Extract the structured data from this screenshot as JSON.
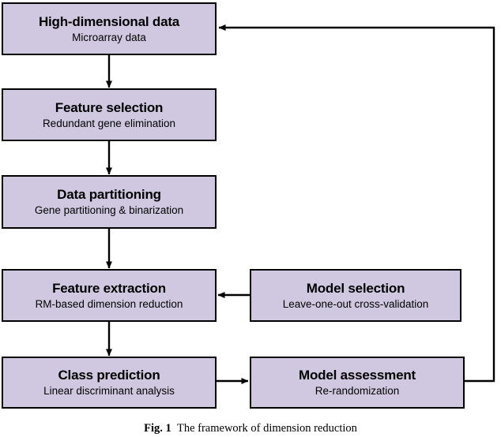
{
  "figure": {
    "caption_label": "Fig. 1",
    "caption_text": "The framework of dimension reduction",
    "fill_color": "#d0c8e0",
    "border_color": "#000000",
    "background_color": "#ffffff"
  },
  "nodes": [
    {
      "id": "high-dimensional-data",
      "title": "High-dimensional data",
      "subtitle": "Microarray data"
    },
    {
      "id": "feature-selection",
      "title": "Feature selection",
      "subtitle": "Redundant gene elimination"
    },
    {
      "id": "data-partitioning",
      "title": "Data partitioning",
      "subtitle": "Gene partitioning & binarization"
    },
    {
      "id": "feature-extraction",
      "title": "Feature extraction",
      "subtitle": "RM-based dimension reduction"
    },
    {
      "id": "class-prediction",
      "title": "Class prediction",
      "subtitle": "Linear discriminant analysis"
    },
    {
      "id": "model-selection",
      "title": "Model selection",
      "subtitle": "Leave-one-out cross-validation"
    },
    {
      "id": "model-assessment",
      "title": "Model assessment",
      "subtitle": "Re-randomization"
    }
  ],
  "edges": [
    {
      "from": "high-dimensional-data",
      "to": "feature-selection",
      "direction": "down"
    },
    {
      "from": "feature-selection",
      "to": "data-partitioning",
      "direction": "down"
    },
    {
      "from": "data-partitioning",
      "to": "feature-extraction",
      "direction": "down"
    },
    {
      "from": "feature-extraction",
      "to": "class-prediction",
      "direction": "down"
    },
    {
      "from": "model-selection",
      "to": "feature-extraction",
      "direction": "left"
    },
    {
      "from": "class-prediction",
      "to": "model-assessment",
      "direction": "right"
    },
    {
      "from": "model-assessment",
      "to": "high-dimensional-data",
      "direction": "feedback-loop"
    }
  ]
}
